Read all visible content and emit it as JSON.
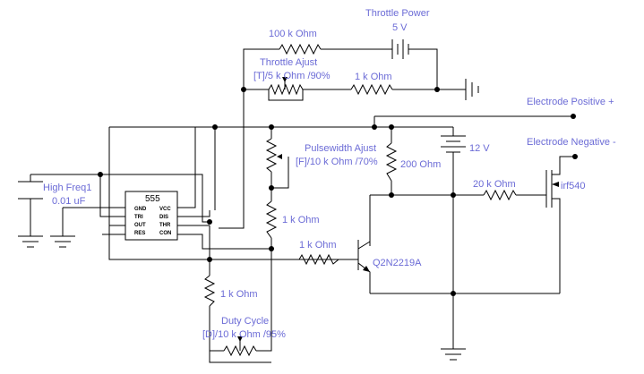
{
  "labels": {
    "throttle_power": "Throttle Power",
    "v5": "5 V",
    "r100k": "100 k Ohm",
    "throttle_adjust": "Throttle Ajust",
    "throttle_pot": "[T]/5 k Ohm /90%",
    "r1k_throttle": "1 k Ohm",
    "electrode_pos": "Electrode Positive +",
    "electrode_neg": "Electrode Negative -",
    "pulsewidth_adjust": "Pulsewidth Ajust",
    "pulsewidth_pot": "[F]/10 k Ohm /70%",
    "r200": "200  Ohm",
    "v12": "12 V",
    "high_freq": "High Freq1",
    "cap_value": "0.01 uF",
    "r1k_mid": "1 k Ohm",
    "r20k": "20 k Ohm",
    "mosfet": "irf540",
    "r1k_base": "1 k Ohm",
    "transistor": "Q2N2219A",
    "r1k_low": "1 k Ohm",
    "duty_cycle": "Duty Cycle",
    "duty_pot": "[D]/10 k Ohm /95%"
  },
  "ic555": {
    "name": "555",
    "pins_left": [
      "GND",
      "TRI",
      "OUT",
      "RES"
    ],
    "pins_right": [
      "VCC",
      "DIS",
      "THR",
      "CON"
    ]
  }
}
